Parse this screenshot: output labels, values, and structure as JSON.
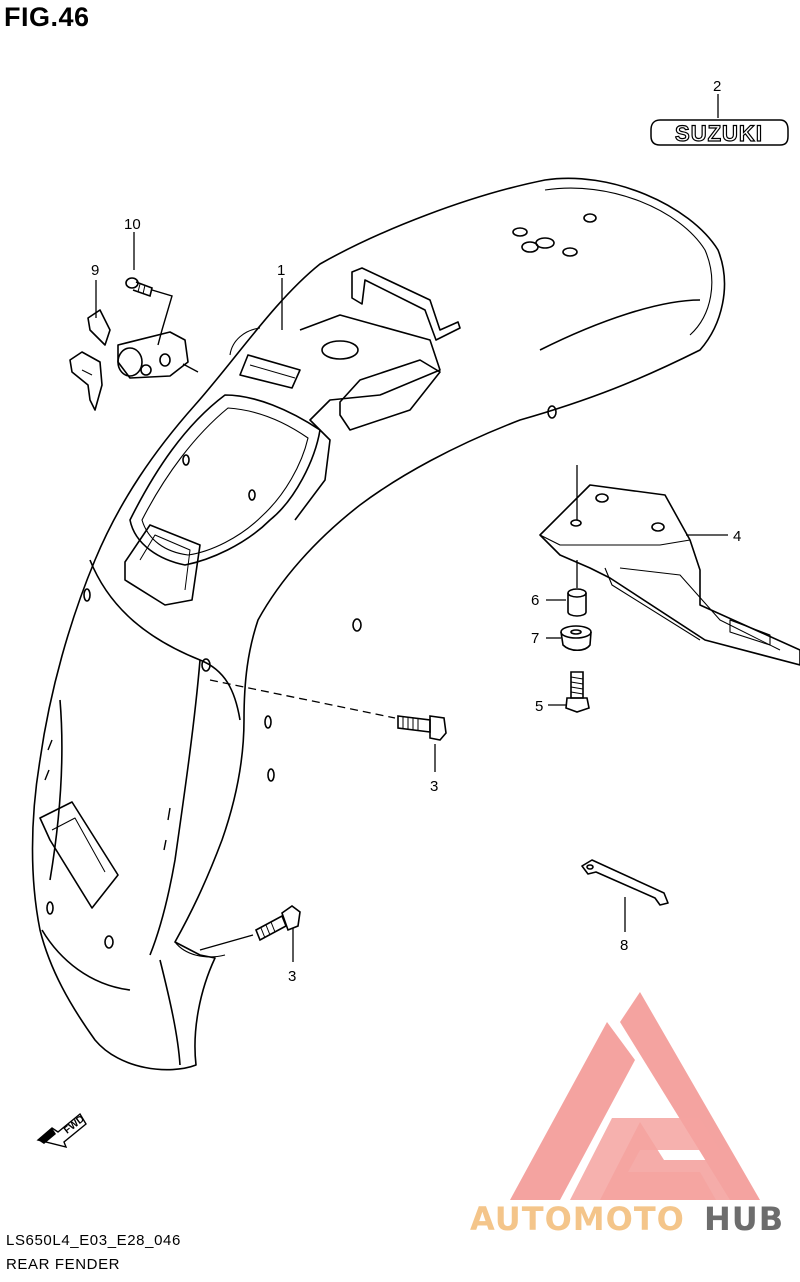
{
  "figure": {
    "title": "FIG.46"
  },
  "footer": {
    "model_code": "LS650L4_E03_E28_046",
    "section_name": "REAR FENDER"
  },
  "brand_plate": {
    "text": "SUZUKI"
  },
  "direction_marker": {
    "text": "FWD"
  },
  "callouts": [
    {
      "id": "1",
      "label": "1"
    },
    {
      "id": "2",
      "label": "2"
    },
    {
      "id": "3a",
      "label": "3"
    },
    {
      "id": "3b",
      "label": "3"
    },
    {
      "id": "4",
      "label": "4"
    },
    {
      "id": "5",
      "label": "5"
    },
    {
      "id": "6",
      "label": "6"
    },
    {
      "id": "7",
      "label": "7"
    },
    {
      "id": "8",
      "label": "8"
    },
    {
      "id": "9",
      "label": "9"
    },
    {
      "id": "10",
      "label": "10"
    }
  ],
  "watermark": {
    "part1": "AUTOMOTO",
    "part2": "HUB",
    "color_primary": "#f4a3a0",
    "color_text": "#f4c58a",
    "color_gray": "#6d6d6d"
  }
}
